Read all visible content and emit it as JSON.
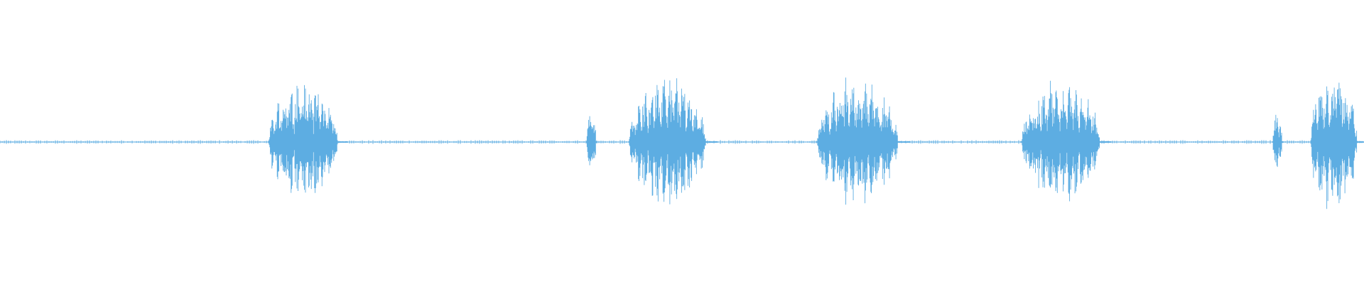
{
  "waveform": {
    "color": "#5DADE2",
    "background": "#ffffff",
    "bursts": [
      {
        "start": 0.197,
        "end": 0.255,
        "amplitude": 0.42
      },
      {
        "start": 0.43,
        "end": 0.438,
        "amplitude": 0.22
      },
      {
        "start": 0.461,
        "end": 0.526,
        "amplitude": 0.45
      },
      {
        "start": 0.599,
        "end": 0.667,
        "amplitude": 0.44
      },
      {
        "start": 0.749,
        "end": 0.815,
        "amplitude": 0.4
      },
      {
        "start": 0.933,
        "end": 0.941,
        "amplitude": 0.19
      },
      {
        "start": 0.961,
        "end": 1.0,
        "amplitude": 0.5
      }
    ],
    "noise_amplitude": 0.01
  }
}
